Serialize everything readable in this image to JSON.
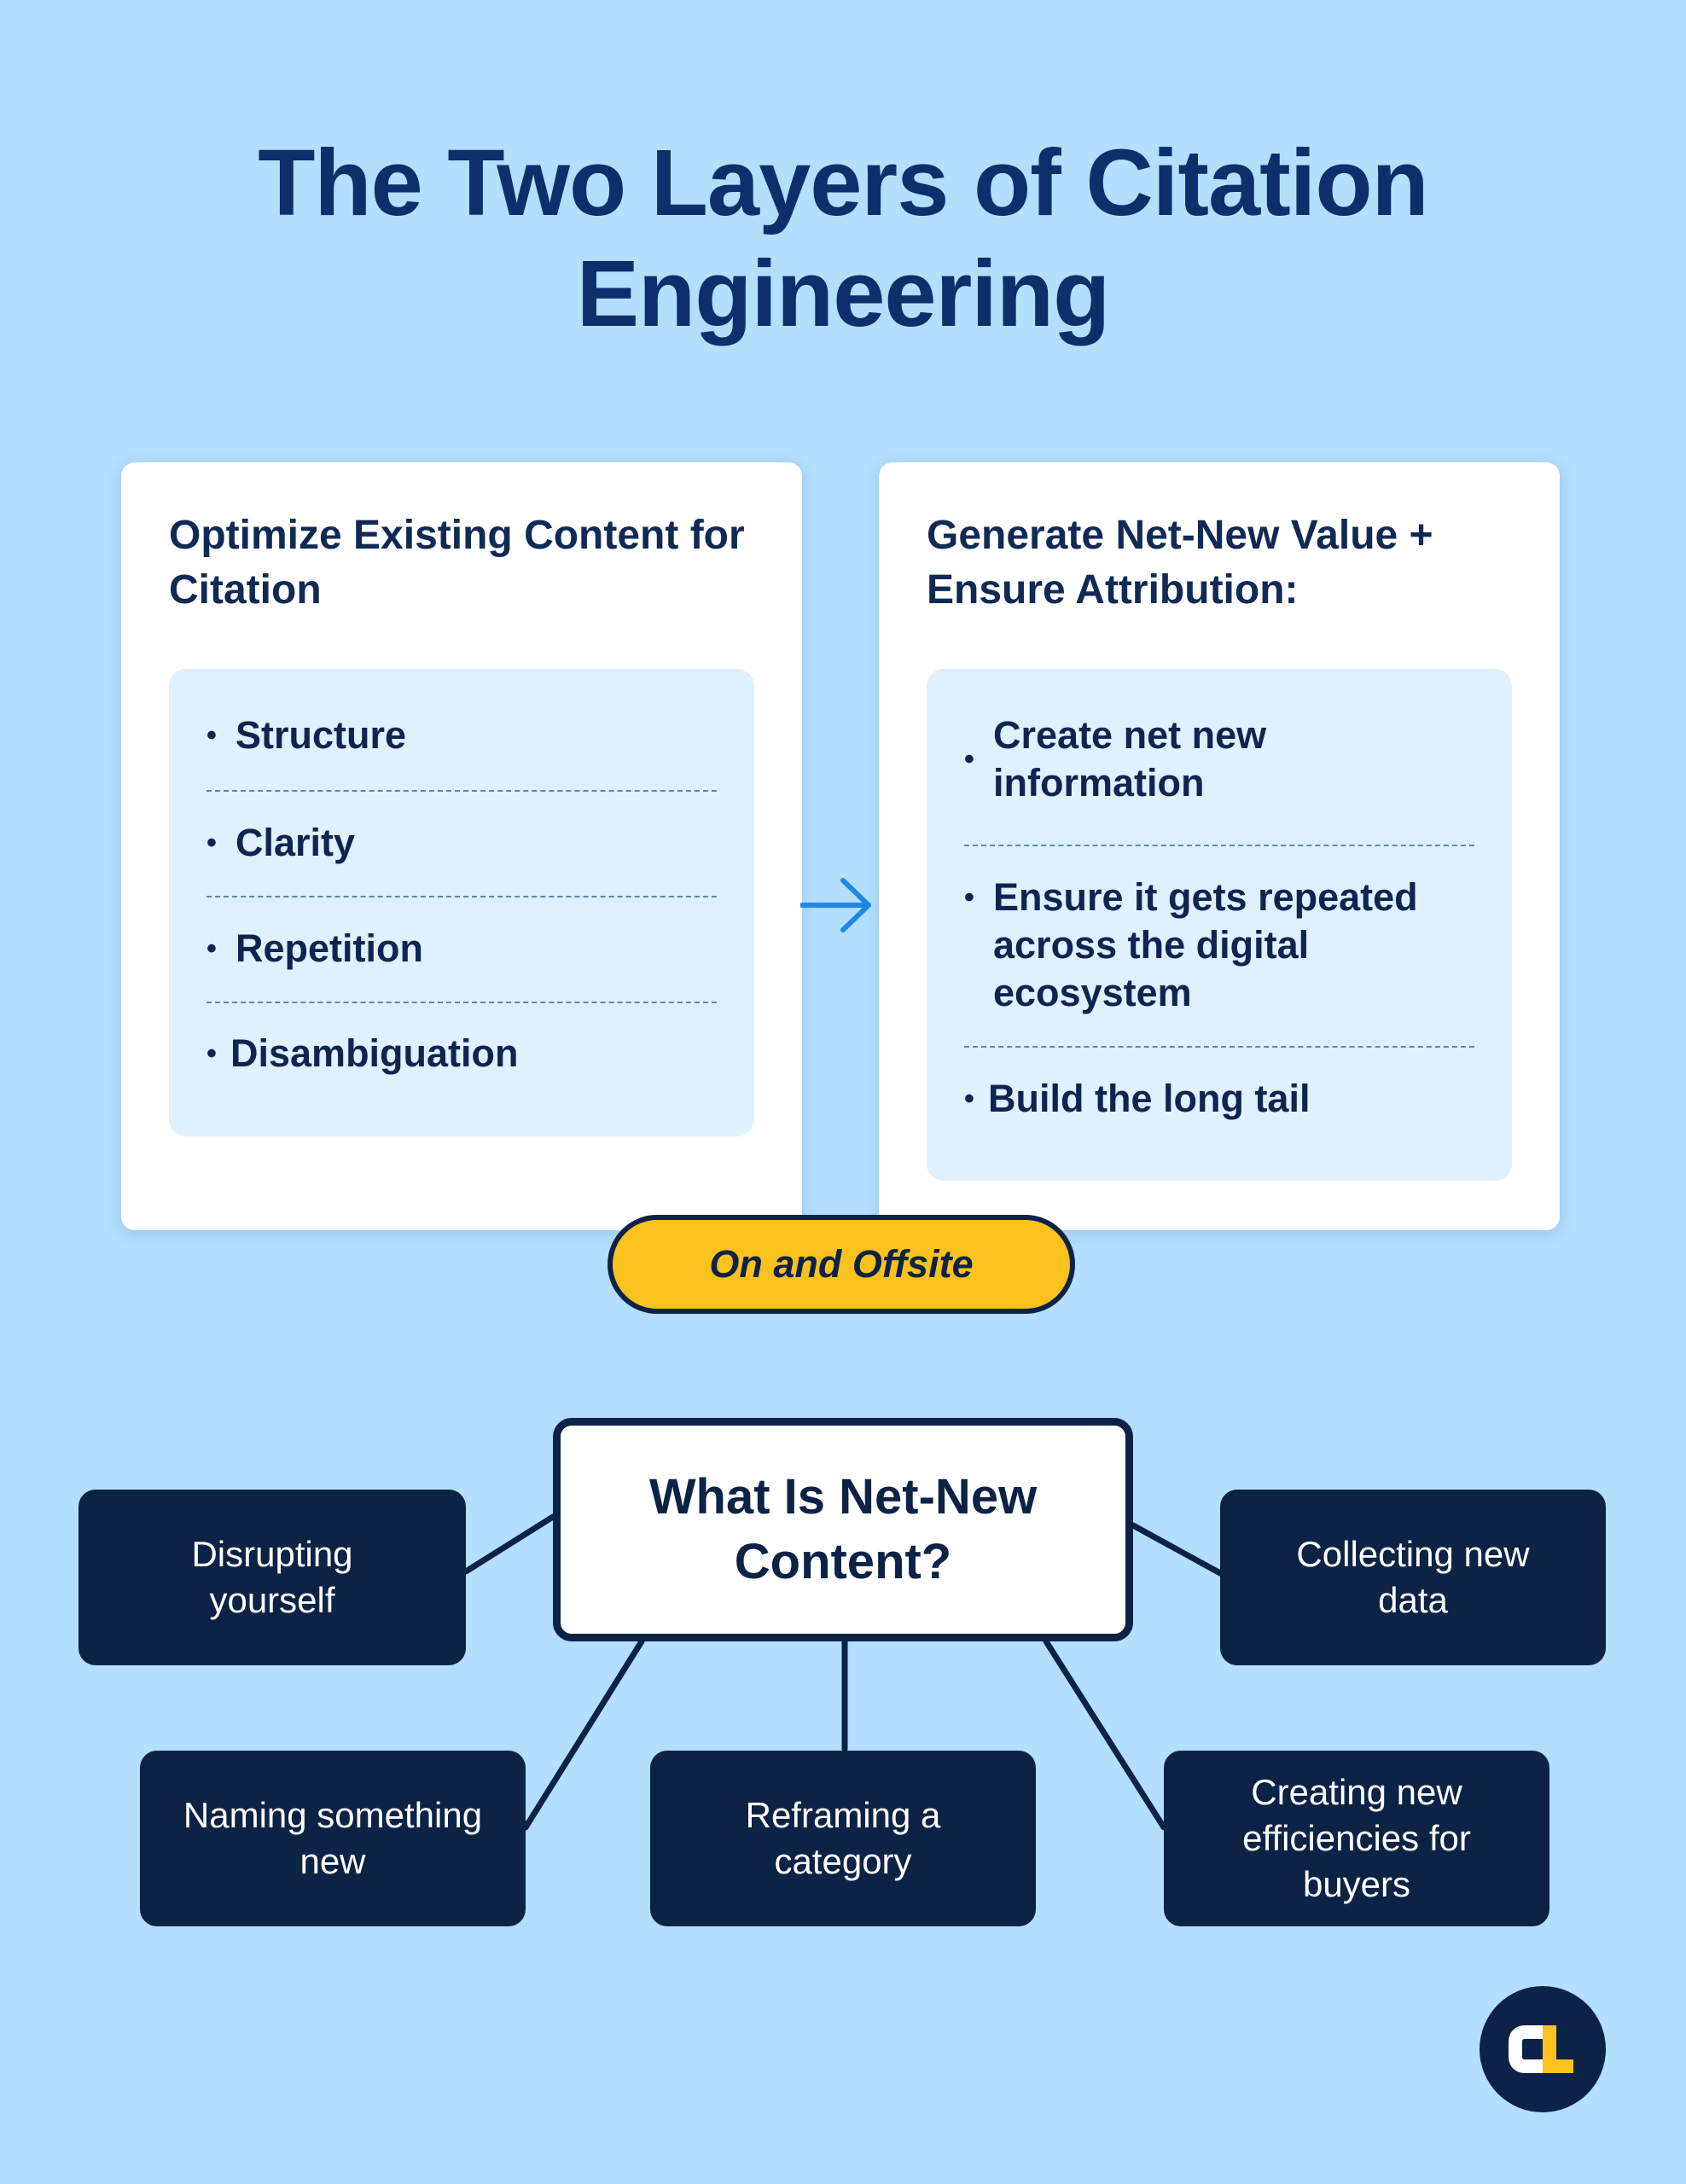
{
  "title": {
    "line1": "The Two Layers of Citation",
    "line2": "Engineering"
  },
  "left_card": {
    "heading": "Optimize Existing Content for Citation",
    "items": [
      "Structure",
      "Clarity",
      "Repetition",
      "Disambiguation"
    ]
  },
  "right_card": {
    "heading": "Generate Net-New Value + Ensure Attribution:",
    "items": [
      "Create net new information",
      "Ensure it gets repeated across the digital ecosystem",
      "Build the long tail"
    ]
  },
  "pill_label": "On and Offsite",
  "center_node": "What Is Net-New Content?",
  "nodes": {
    "disrupting": "Disrupting yourself",
    "collecting": "Collecting new data",
    "naming": "Naming something new",
    "reframing": "Reframing a category",
    "efficiencies": "Creating new efficiencies for buyers"
  },
  "colors": {
    "background": "#b3dffc",
    "navy": "#0c2246",
    "yellow": "#fbc11c",
    "arrow": "#1e88e5"
  },
  "icons": {
    "arrow": "arrow-right-icon",
    "logo": "cl-logo-icon"
  }
}
